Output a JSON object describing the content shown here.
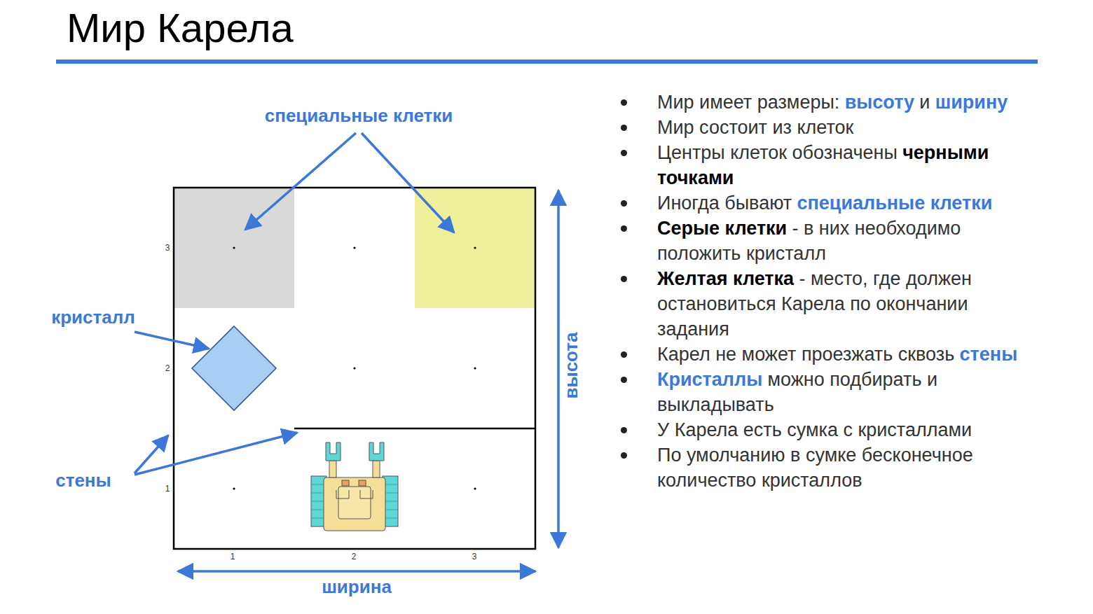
{
  "diagram": {
    "title": "Мир Карела",
    "labels": [
      "специальные клетки",
      "кристалл",
      "стены",
      "ширина",
      "высота",
      "1",
      "2",
      "3",
      "1",
      "2",
      "3",
      "Мир имеет размеры:",
      "высоту",
      "и",
      "ширину",
      "Мир состоит из клеток",
      "Центры клеток обозначены",
      "черными точками",
      "Иногда бывают",
      "специальные клетки",
      "Серые клетки",
      "- в них необходимо положить кристалл",
      "Желтая клетка",
      "- место, где должен остановиться Карела по окончании задания",
      "Карел не может проезжать сквозь",
      "стены",
      "Кристаллы",
      "можно подбирать и выкладывать",
      "У Карела есть сумка с кристаллами",
      "По умолчанию в сумке бесконечное количество кристаллов"
    ]
  }
}
